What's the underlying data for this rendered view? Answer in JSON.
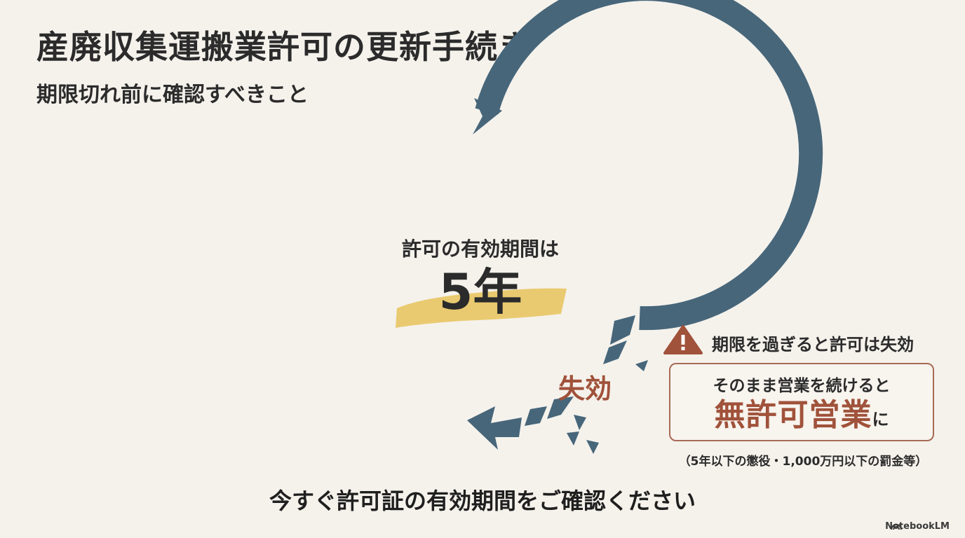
{
  "title": "産廃収集運搬業許可の更新手続き",
  "subtitle": "期限切れ前に確認すべきこと",
  "cycle": {
    "center_label": "許可の有効期間は",
    "center_value": "5年",
    "expired_label": "失効"
  },
  "warning": {
    "icon": "warning-triangle-icon",
    "text": "期限を過ぎると許可は失効"
  },
  "callout": {
    "line1": "そのまま営業を続けると",
    "emphasis": "無許可営業",
    "suffix": "に"
  },
  "penalty": "（5年以下の懲役・1,000万円以下の罰金等）",
  "cta": "今すぐ許可証の有効期間をご確認ください",
  "brand": "NotebookLM",
  "colors": {
    "cycle": "#47667a",
    "accent": "#a0523a",
    "highlight": "#e8c35a",
    "background": "#f5f2ec"
  }
}
